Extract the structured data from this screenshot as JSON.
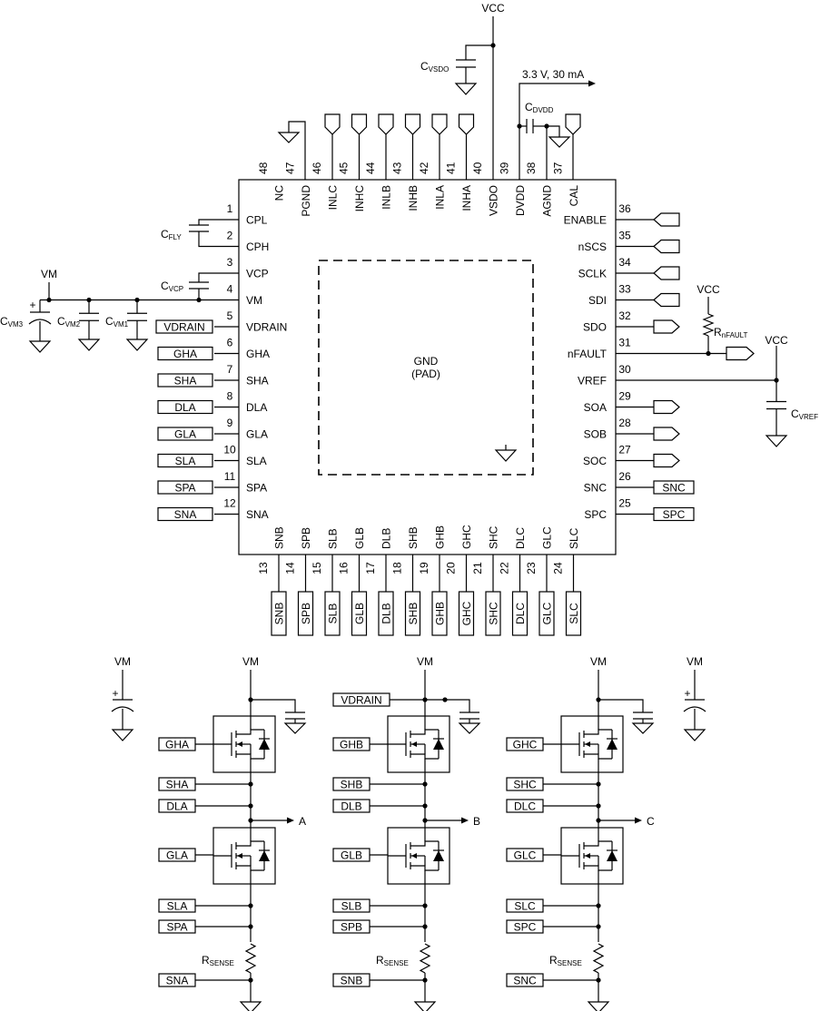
{
  "chip": {
    "center_label": "GND",
    "center_sub": "(PAD)",
    "pins_left": [
      {
        "num": "1",
        "name": "CPL"
      },
      {
        "num": "2",
        "name": "CPH"
      },
      {
        "num": "3",
        "name": "VCP"
      },
      {
        "num": "4",
        "name": "VM"
      },
      {
        "num": "5",
        "name": "VDRAIN"
      },
      {
        "num": "6",
        "name": "GHA"
      },
      {
        "num": "7",
        "name": "SHA"
      },
      {
        "num": "8",
        "name": "DLA"
      },
      {
        "num": "9",
        "name": "GLA"
      },
      {
        "num": "10",
        "name": "SLA"
      },
      {
        "num": "11",
        "name": "SPA"
      },
      {
        "num": "12",
        "name": "SNA"
      }
    ],
    "pins_bottom": [
      {
        "num": "13",
        "name": "SNB"
      },
      {
        "num": "14",
        "name": "SPB"
      },
      {
        "num": "15",
        "name": "SLB"
      },
      {
        "num": "16",
        "name": "GLB"
      },
      {
        "num": "17",
        "name": "DLB"
      },
      {
        "num": "18",
        "name": "SHB"
      },
      {
        "num": "19",
        "name": "GHB"
      },
      {
        "num": "20",
        "name": "GHC"
      },
      {
        "num": "21",
        "name": "SHC"
      },
      {
        "num": "22",
        "name": "DLC"
      },
      {
        "num": "23",
        "name": "GLC"
      },
      {
        "num": "24",
        "name": "SLC"
      }
    ],
    "pins_right": [
      {
        "num": "25",
        "name": "SPC"
      },
      {
        "num": "26",
        "name": "SNC"
      },
      {
        "num": "27",
        "name": "SOC"
      },
      {
        "num": "28",
        "name": "SOB"
      },
      {
        "num": "29",
        "name": "SOA"
      },
      {
        "num": "30",
        "name": "VREF"
      },
      {
        "num": "31",
        "name": "nFAULT"
      },
      {
        "num": "32",
        "name": "SDO"
      },
      {
        "num": "33",
        "name": "SDI"
      },
      {
        "num": "34",
        "name": "SCLK"
      },
      {
        "num": "35",
        "name": "nSCS"
      },
      {
        "num": "36",
        "name": "ENABLE"
      }
    ],
    "pins_top": [
      {
        "num": "37",
        "name": "CAL"
      },
      {
        "num": "38",
        "name": "AGND"
      },
      {
        "num": "39",
        "name": "DVDD"
      },
      {
        "num": "40",
        "name": "VSDO"
      },
      {
        "num": "41",
        "name": "INHA"
      },
      {
        "num": "42",
        "name": "INLA"
      },
      {
        "num": "43",
        "name": "INHB"
      },
      {
        "num": "44",
        "name": "INLB"
      },
      {
        "num": "45",
        "name": "INHC"
      },
      {
        "num": "46",
        "name": "INLC"
      },
      {
        "num": "47",
        "name": "PGND"
      },
      {
        "num": "48",
        "name": "NC"
      }
    ]
  },
  "labels": {
    "vcc_top": "VCC",
    "cvsdo": "C",
    "cvsdo_sub": "VSDO",
    "dvdd_out": "3.3 V, 30 mA",
    "cdvdd": "C",
    "cdvdd_sub": "DVDD",
    "cfly": "C",
    "cfly_sub": "FLY",
    "cvcp": "C",
    "cvcp_sub": "VCP",
    "vm": "VM",
    "cvm3": "C",
    "cvm3_sub": "VM3",
    "cvm2": "C",
    "cvm2_sub": "VM2",
    "cvm1": "C",
    "cvm1_sub": "VM1",
    "vcc_rfault": "VCC",
    "rnfault": "R",
    "rnfault_sub": "nFAULT",
    "vcc_vref": "VCC",
    "cvref": "C",
    "cvref_sub": "VREF",
    "plus": "+"
  },
  "left_tags": [
    "VDRAIN",
    "GHA",
    "SHA",
    "DLA",
    "GLA",
    "SLA",
    "SPA",
    "SNA"
  ],
  "right_tags": [
    "SNC",
    "SPC"
  ],
  "bottom_tags": [
    "SNB",
    "SPB",
    "SLB",
    "GLB",
    "DLB",
    "SHB",
    "GHB",
    "GHC",
    "SHC",
    "DLC",
    "GLC",
    "SLC"
  ],
  "phases": [
    {
      "vm": "VM",
      "gh": "GHA",
      "sh": "SHA",
      "dl": "DLA",
      "out": "A",
      "gl": "GLA",
      "sl": "SLA",
      "sp": "SPA",
      "sn": "SNA",
      "rsense": "R",
      "rsense_sub": "SENSE"
    },
    {
      "vm": "VM",
      "gh": "GHB",
      "sh": "SHB",
      "dl": "DLB",
      "out": "B",
      "gl": "GLB",
      "sl": "SLB",
      "sp": "SPB",
      "sn": "SNB",
      "rsense": "R",
      "rsense_sub": "SENSE",
      "vdrain": "VDRAIN"
    },
    {
      "vm": "VM",
      "gh": "GHC",
      "sh": "SHC",
      "dl": "DLC",
      "out": "C",
      "gl": "GLC",
      "sl": "SLC",
      "sp": "SPC",
      "sn": "SNC",
      "rsense": "R",
      "rsense_sub": "SENSE"
    }
  ],
  "bulk_caps": [
    {
      "vm": "VM",
      "plus": "+"
    },
    {
      "vm": "VM",
      "plus": "+"
    }
  ]
}
